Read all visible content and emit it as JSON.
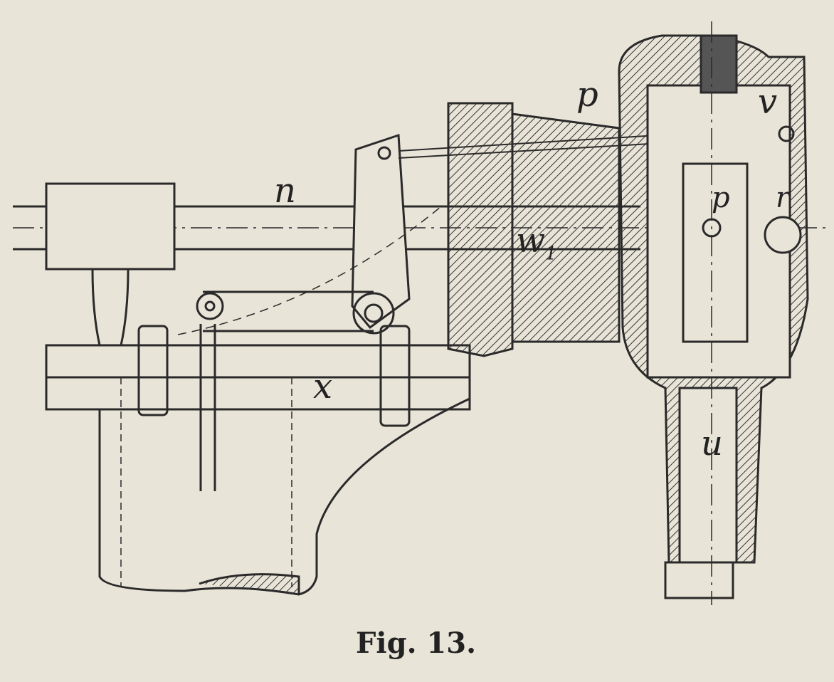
{
  "figure": {
    "caption": "Fig. 13.",
    "labels": {
      "p_top": "p",
      "v": "v",
      "n": "n",
      "w": "w",
      "w_sub": "1",
      "rho": "p",
      "r": "r",
      "x": "x",
      "u": "u"
    },
    "colors": {
      "paper": "#e9e4d8",
      "ink": "#2a2a2a"
    }
  }
}
